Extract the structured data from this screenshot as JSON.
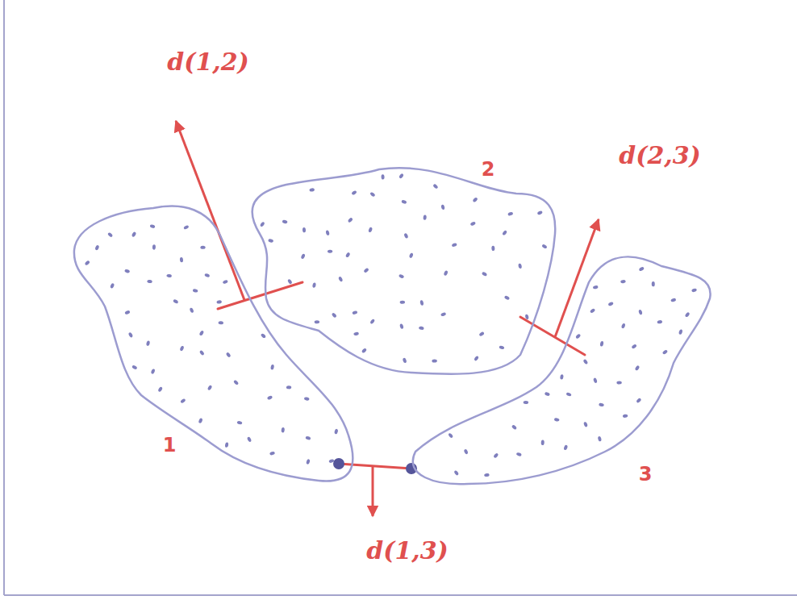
{
  "diagram": {
    "nodes": [
      {
        "text": [
          "1"
        ]
      },
      {
        "text": [
          "2"
        ]
      },
      {
        "text": [
          "3"
        ]
      }
    ],
    "edges": [
      {
        "from": 0,
        "to": 1,
        "arrow": "none",
        "label": "d(1,2)"
      },
      {
        "from": 1,
        "to": 2,
        "arrow": "none",
        "label": "d(2,3)"
      },
      {
        "from": 0,
        "to": 2,
        "arrow": "none",
        "label": "d(1,3)"
      }
    ]
  }
}
